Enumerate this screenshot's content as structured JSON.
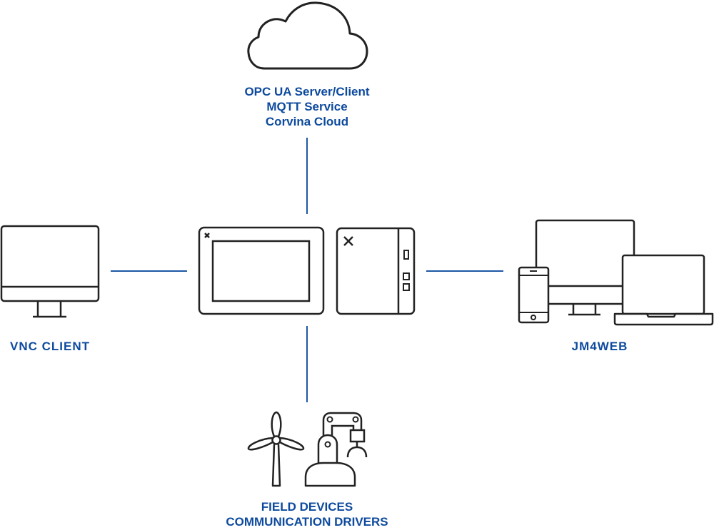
{
  "colors": {
    "label": "#0d4a9e",
    "connector": "#1e58a6",
    "icon_stroke": "#222222"
  },
  "nodes": {
    "top": {
      "icon": "cloud-icon",
      "lines": [
        "OPC UA Server/Client",
        "MQTT Service",
        "Corvina Cloud"
      ]
    },
    "left": {
      "icon": "desktop-monitor-icon",
      "label": "VNC CLIENT"
    },
    "center": {
      "icons": [
        "hmi-panel-icon",
        "box-pc-icon"
      ]
    },
    "right": {
      "icons": [
        "smartphone-icon",
        "desktop-monitor-icon",
        "laptop-icon"
      ],
      "label": "JM4WEB"
    },
    "bottom": {
      "icons": [
        "wind-turbine-icon",
        "robot-arm-icon"
      ],
      "lines": [
        "FIELD DEVICES",
        "COMMUNICATION DRIVERS"
      ]
    }
  }
}
